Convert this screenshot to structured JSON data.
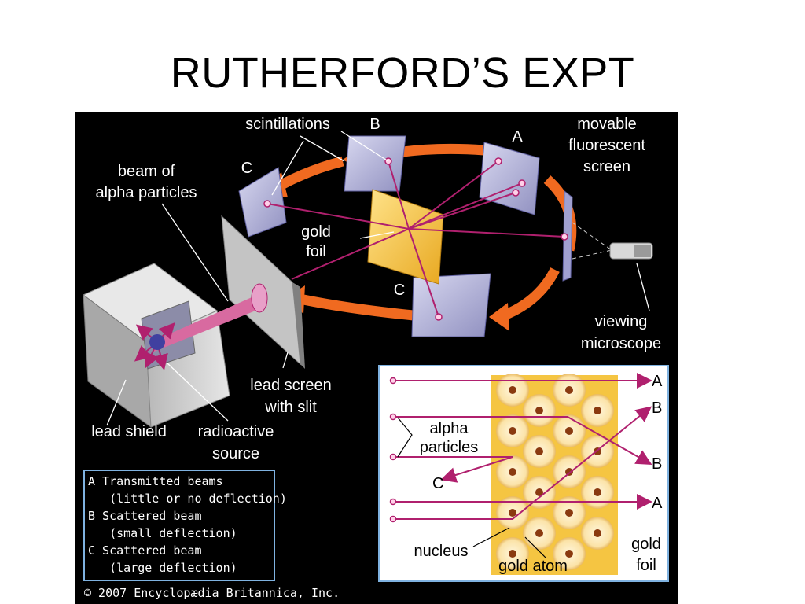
{
  "title": "RUTHERFORD’S EXPT",
  "diagram": {
    "labels": {
      "scintillations": "scintillations",
      "screen_B": "B",
      "screen_A": "A",
      "screen_C_left": "C",
      "screen_C_bottom": "C",
      "movable_screen": [
        "movable",
        "fluorescent",
        "screen"
      ],
      "beam": [
        "beam of",
        "alpha particles"
      ],
      "gold_foil": [
        "gold",
        "foil"
      ],
      "microscope": [
        "viewing",
        "microscope"
      ],
      "lead_screen": [
        "lead screen",
        "with slit"
      ],
      "lead_shield": "lead shield",
      "radioactive_source": [
        "radioactive",
        "source"
      ]
    },
    "legend": [
      "A Transmitted beams",
      "   (little or no deflection)",
      "B Scattered beam",
      "   (small deflection)",
      "C Scattered beam",
      "   (large deflection)"
    ],
    "inset": {
      "labels_right": [
        "A",
        "B",
        "B",
        "A"
      ],
      "label_c": "C",
      "alpha_particles": [
        "alpha",
        "particles"
      ],
      "nucleus": "nucleus",
      "gold_atom": "gold atom",
      "gold_foil": [
        "gold",
        "foil"
      ]
    },
    "copyright": "© 2007 Encyclopædia Britannica, Inc.",
    "colors": {
      "background": "#000000",
      "beam": "#b0206e",
      "arrow": "#f06a20",
      "screen": "#b8b8dc",
      "foil": "#f5c542",
      "inset_bg": "#ffffff",
      "inset_border": "#7fb2e0"
    }
  }
}
